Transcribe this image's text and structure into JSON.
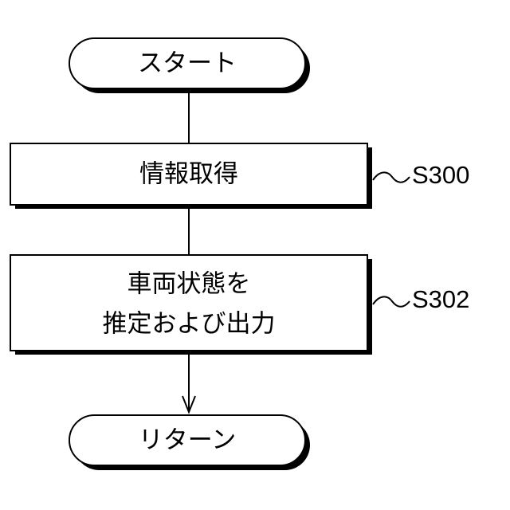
{
  "flowchart": {
    "start": {
      "label": "スタート"
    },
    "steps": [
      {
        "id": "S300",
        "lines": [
          "情報取得"
        ]
      },
      {
        "id": "S302",
        "lines": [
          "車両状態を",
          "推定および出力"
        ]
      }
    ],
    "end": {
      "label": "リターン"
    }
  },
  "colors": {
    "stroke": "#000000",
    "fill": "#ffffff",
    "shadow": "#000000"
  }
}
